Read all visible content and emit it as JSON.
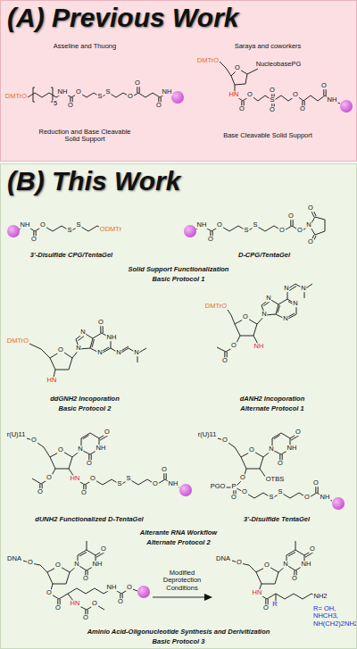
{
  "diagram": {
    "nodes": [
      {
        "text": [
          "(A) Previous Work"
        ]
      },
      {
        "text": [
          "(B) This Work"
        ]
      }
    ],
    "labels": [
      "Asseline and Thuong",
      "Saraya and coworkers",
      "DMTrO",
      "5",
      "NH",
      "O",
      "O",
      "S",
      "S",
      "O",
      "O",
      "O",
      "NH",
      "Reduction and Base Cleavable Solid Support",
      "DMTrO",
      "O",
      "NucleobasePG",
      "HN",
      "O",
      "O",
      "S",
      "O",
      "O",
      "O",
      "O",
      "O",
      "NH",
      "Base Cleavable Solid Support",
      "NH",
      "O",
      "O",
      "S",
      "S",
      "ODMTr",
      "NH",
      "O",
      "O",
      "S",
      "S",
      "O",
      "O",
      "O",
      "N",
      "O",
      "O",
      "3'-Disulfide CPG/TentaGel",
      "D-CPG/TentaGel",
      "Solid Support Functionalization",
      "Basic Protocol 1",
      "DMTrO",
      "O",
      "HN",
      "N",
      "N",
      "N",
      "NH",
      "O",
      "N",
      "N",
      "ddGNH2 Incoporation",
      "Basic Protocol 2",
      "DMTrO",
      "O",
      "O",
      "O",
      "NH",
      "N",
      "N",
      "N",
      "N",
      "N",
      "N",
      "dANH2 Incoporation",
      "Alternate Protocol 1",
      "r(U)11",
      "O",
      "O",
      "O",
      "O",
      "HN",
      "O",
      "O",
      "S",
      "S",
      "O",
      "O",
      "NH",
      "N",
      "O",
      "NH",
      "O",
      "r(U)11",
      "O",
      "O",
      "OTBS",
      "O",
      "P",
      "PGO",
      "O",
      "O",
      "S",
      "S",
      "O",
      "O",
      "NH",
      "N",
      "O",
      "NH",
      "O",
      "dUNH2 Functionalized D-TentaGel",
      "3'-Disulfide TentaGel",
      "Alterante RNA Workflow",
      "Alternate Protocol 2",
      "DNA",
      "O",
      "O",
      "N",
      "O",
      "NH",
      "O",
      "O",
      "O",
      "NH",
      "O",
      "O",
      "HN",
      "O",
      "O",
      "Modified Deprotection Conditions",
      "DNA",
      "O",
      "O",
      "N",
      "O",
      "NH",
      "O",
      "HN",
      "O",
      "R",
      "NH2",
      "R= OH, NHCH3, NH(CH2)2NH2",
      "Aminio Acid-Oligonucleotide Synthesis and Derivitization",
      "Basic Protocol 3"
    ]
  }
}
